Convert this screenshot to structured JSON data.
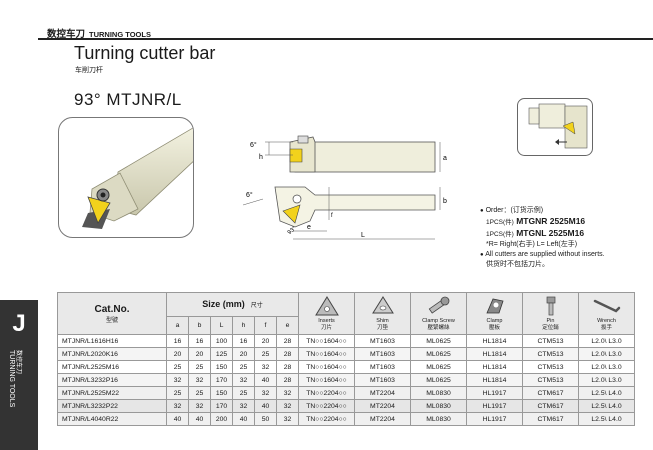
{
  "header": {
    "section_cn": "数控车刀",
    "section_en": "TURNING TOOLS",
    "title": "Turning cutter bar",
    "subtitle_cn": "车削刀杆",
    "model": "93°  MTJNR/L"
  },
  "side_tab": {
    "letter": "J",
    "label_en": "TURNING TOOLS",
    "label_cn": "数控车刀"
  },
  "drawing": {
    "angle_top": "6°",
    "angle_side": "6°",
    "angle_93": "93°",
    "dim_h": "h",
    "dim_a": "a",
    "dim_b": "b",
    "dim_e": "e",
    "dim_L": "L",
    "dim_f": "f"
  },
  "order": {
    "label": "Order：(订货示例)",
    "line1_prefix": "1PCS(件)",
    "line1_code": "MTGNR 2525M16",
    "line2_prefix": "1PCS(件)",
    "line2_code": "MTGNL 2525M16",
    "hand_note": "*R= Right(右手)  L= Left(左手)",
    "note_en": "All cutters are supplied without inserts.",
    "note_cn": "供货时不包括刀片。"
  },
  "table": {
    "cat_label": "Cat.No.",
    "cat_label_cn": "型號",
    "size_label": "Size (mm)",
    "size_label_cn": "尺寸",
    "dim_headers": [
      "a",
      "b",
      "L",
      "h",
      "f",
      "e"
    ],
    "part_headers": [
      {
        "en": "Inserts",
        "cn": "刀片",
        "icon": "insert-icon"
      },
      {
        "en": "Shim",
        "cn": "刀垫",
        "icon": "shim-icon"
      },
      {
        "en": "Clamp Screw",
        "cn": "壓緊螺絲",
        "icon": "clamp-screw-icon"
      },
      {
        "en": "Clamp",
        "cn": "壓板",
        "icon": "clamp-icon"
      },
      {
        "en": "Pin",
        "cn": "定位銷",
        "icon": "pin-icon"
      },
      {
        "en": "Wrench",
        "cn": "扳手",
        "icon": "wrench-icon"
      }
    ],
    "rows": [
      {
        "cat": "MTJNR/L1616H16",
        "a": "16",
        "b": "16",
        "L": "100",
        "h": "16",
        "f": "20",
        "e": "28",
        "insert": "TN○○1604○○",
        "shim": "MT1603",
        "screw": "ML0625",
        "clamp": "HL1814",
        "pin": "CTM513",
        "wrench": "L2.0\\ L3.0"
      },
      {
        "cat": "MTJNR/L2020K16",
        "a": "20",
        "b": "20",
        "L": "125",
        "h": "20",
        "f": "25",
        "e": "28",
        "insert": "TN○○1604○○",
        "shim": "MT1603",
        "screw": "ML0625",
        "clamp": "HL1814",
        "pin": "CTM513",
        "wrench": "L2.0\\ L3.0"
      },
      {
        "cat": "MTJNR/L2525M16",
        "a": "25",
        "b": "25",
        "L": "150",
        "h": "25",
        "f": "32",
        "e": "28",
        "insert": "TN○○1604○○",
        "shim": "MT1603",
        "screw": "ML0625",
        "clamp": "HL1814",
        "pin": "CTM513",
        "wrench": "L2.0\\ L3.0"
      },
      {
        "cat": "MTJNR/L3232P16",
        "a": "32",
        "b": "32",
        "L": "170",
        "h": "32",
        "f": "40",
        "e": "28",
        "insert": "TN○○1604○○",
        "shim": "MT1603",
        "screw": "ML0625",
        "clamp": "HL1814",
        "pin": "CTM513",
        "wrench": "L2.0\\ L3.0"
      },
      {
        "cat": "MTJNR/L2525M22",
        "a": "25",
        "b": "25",
        "L": "150",
        "h": "25",
        "f": "32",
        "e": "32",
        "insert": "TN○○2204○○",
        "shim": "MT2204",
        "screw": "ML0830",
        "clamp": "HL1917",
        "pin": "CTM617",
        "wrench": "L2.5\\ L4.0"
      },
      {
        "cat": "MTJNR/L3232P22",
        "a": "32",
        "b": "32",
        "L": "170",
        "h": "32",
        "f": "40",
        "e": "32",
        "insert": "TN○○2204○○",
        "shim": "MT2204",
        "screw": "ML0830",
        "clamp": "HL1917",
        "pin": "CTM617",
        "wrench": "L2.5\\ L4.0"
      },
      {
        "cat": "MTJNR/L4040R22",
        "a": "40",
        "b": "40",
        "L": "200",
        "h": "40",
        "f": "50",
        "e": "32",
        "insert": "TN○○2204○○",
        "shim": "MT2204",
        "screw": "ML0830",
        "clamp": "HL1917",
        "pin": "CTM617",
        "wrench": "L2.5\\ L4.0"
      }
    ]
  },
  "colors": {
    "insert_yellow": "#f2d21c",
    "tool_body": "#ecebd6",
    "side_tab": "#333333"
  }
}
